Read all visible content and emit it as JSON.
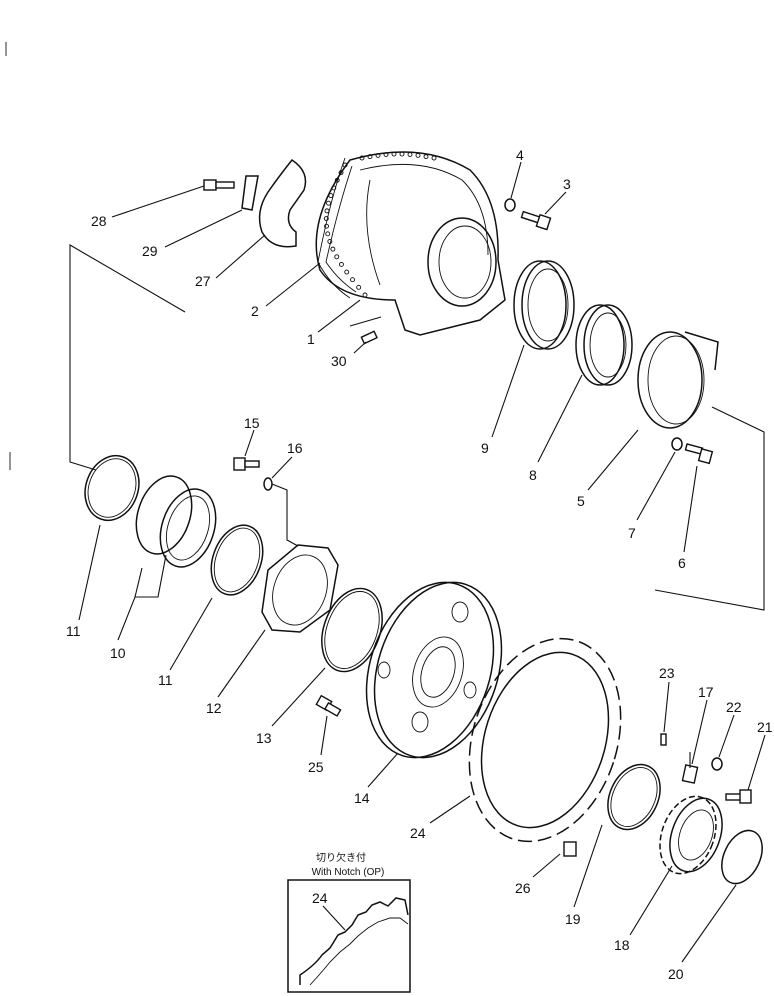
{
  "diagram": {
    "callouts": {
      "c1": "1",
      "c2": "2",
      "c3": "3",
      "c4": "4",
      "c5": "5",
      "c6": "6",
      "c7": "7",
      "c8": "8",
      "c9": "9",
      "c10": "10",
      "c11a": "11",
      "c11b": "11",
      "c12": "12",
      "c13": "13",
      "c14": "14",
      "c15": "15",
      "c16": "16",
      "c17": "17",
      "c18": "18",
      "c19": "19",
      "c20": "20",
      "c21": "21",
      "c22": "22",
      "c23": "23",
      "c24": "24",
      "c25": "25",
      "c26": "26",
      "c27": "27",
      "c28": "28",
      "c29": "29",
      "c30": "30"
    },
    "inset": {
      "title_jp": "切り欠き付",
      "title_en": "With Notch (OP)",
      "callout": "24"
    }
  }
}
